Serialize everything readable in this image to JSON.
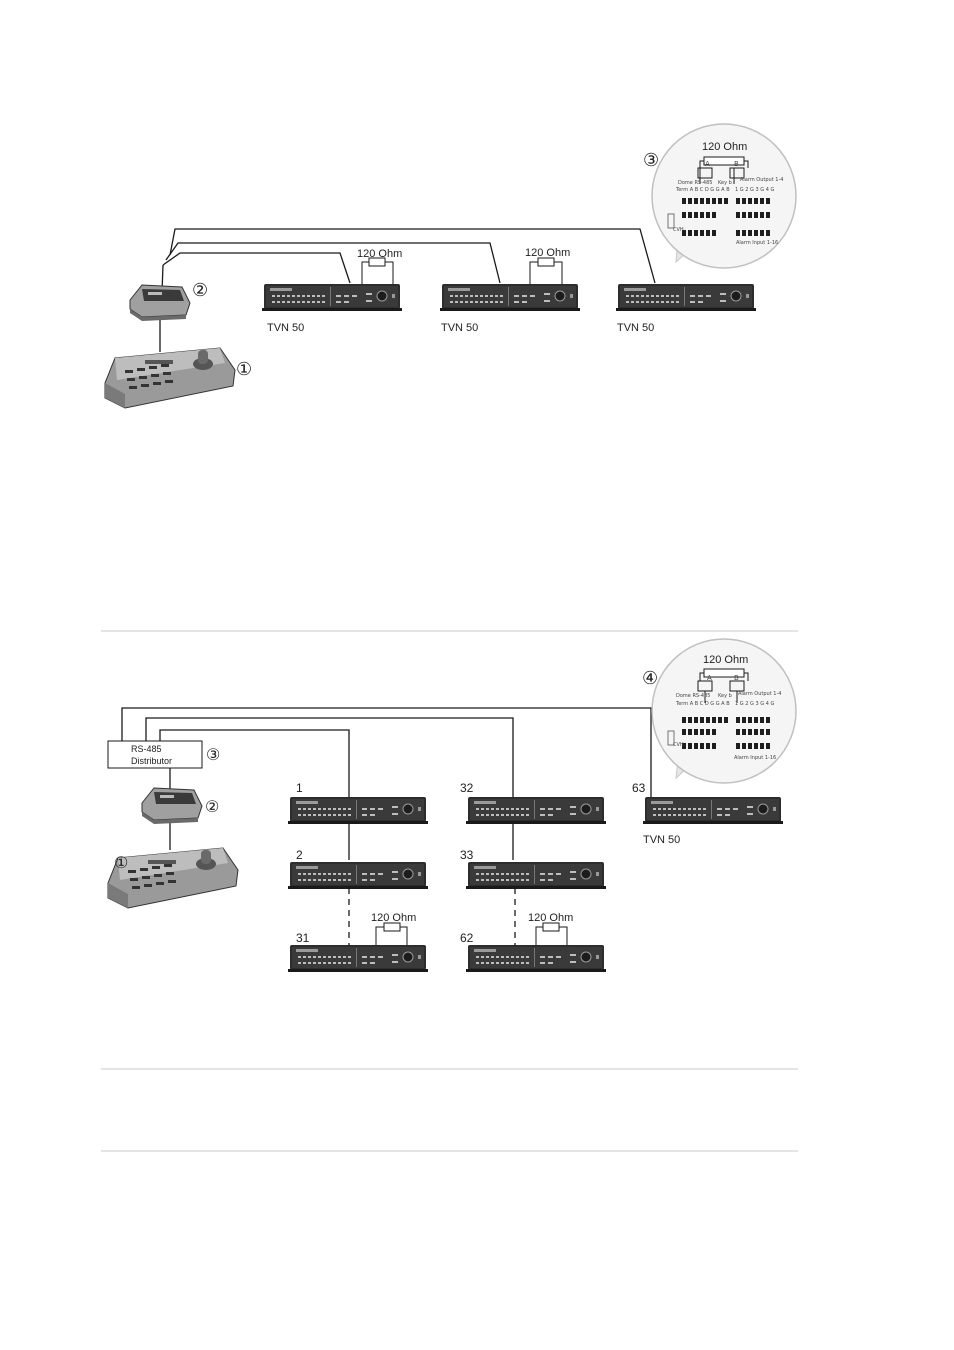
{
  "diagram1": {
    "callout_keyboard": "①",
    "callout_converter": "②",
    "callout_zoom": "③",
    "resistor_a": "120 Ohm",
    "resistor_b": "120 Ohm",
    "dvr_1": "TVN 50",
    "dvr_2": "TVN 50",
    "dvr_3": "TVN 50",
    "zoom": {
      "resistor": "120 Ohm",
      "pin_a": "A",
      "pin_b": "B",
      "dome_label": "Dome RS-485",
      "keyb_label": "Key b",
      "alarm_out": "Alarm Output 1-4",
      "term_row": "Term A B C D G G A B",
      "alarm_row": "1 G 2 G  3 G 4 G",
      "alarm_in": "Alarm Input 1-16",
      "side_label": "CVH"
    }
  },
  "diagram2": {
    "callout_keyboard": "①",
    "callout_converter": "②",
    "callout_distributor": "③",
    "callout_zoom": "④",
    "distributor_line1": "RS-485",
    "distributor_line2": "Distributor",
    "resistor_a": "120 Ohm",
    "resistor_b": "120 Ohm",
    "dvr_numbers": [
      "1",
      "2",
      "31",
      "32",
      "33",
      "62",
      "63"
    ],
    "dvr_63_label": "TVN 50",
    "zoom": {
      "resistor": "120 Ohm",
      "pin_a": "A",
      "pin_b": "B",
      "dome_label": "Dome RS-485",
      "keyb_label": "Key b",
      "alarm_out": "Alarm Output 1-4",
      "term_row": "Term A B C D G G A B",
      "alarm_row": "1 G 2 G  3 G 4 G",
      "alarm_in": "Alarm Input 1-16",
      "side_label": "CVH"
    }
  },
  "colors": {
    "line": "#1a1a1a",
    "dvr_body": "#2b2b2b",
    "rule": "#c8c8c8",
    "device_gray": "#8a8a8a"
  }
}
